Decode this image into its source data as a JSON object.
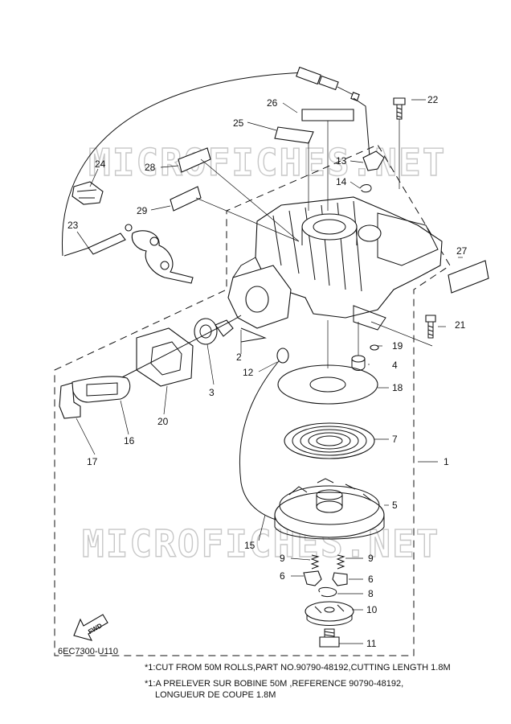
{
  "watermark": "MICROFICHES.NET",
  "diagram_code": "6EC7300-U110",
  "fwd_label": "FWD",
  "notes": {
    "line1": "*1:CUT FROM 50M ROLLS,PART NO.90790-48192,CUTTING LENGTH 1.8M",
    "line2": "*1:A PRELEVER SUR BOBINE 50M ,REFERENCE 90790-48192,",
    "line3": "LONGUEUR DE COUPE 1.8M"
  },
  "callouts": {
    "p1": "1",
    "p2": "2",
    "p3": "3",
    "p4": "4",
    "p5": "5",
    "p6a": "6",
    "p6b": "6",
    "p7": "7",
    "p8": "8",
    "p9a": "9",
    "p9b": "9",
    "p10": "10",
    "p11": "11",
    "p12": "12",
    "p13": "13",
    "p14": "14",
    "p15": "15",
    "p16": "16",
    "p17": "17",
    "p18": "18",
    "p19": "19",
    "p20": "20",
    "p21": "21",
    "p22": "22",
    "p23": "23",
    "p24": "24",
    "p25": "25",
    "p26": "26",
    "p27": "27",
    "p28": "28",
    "p29": "29"
  }
}
